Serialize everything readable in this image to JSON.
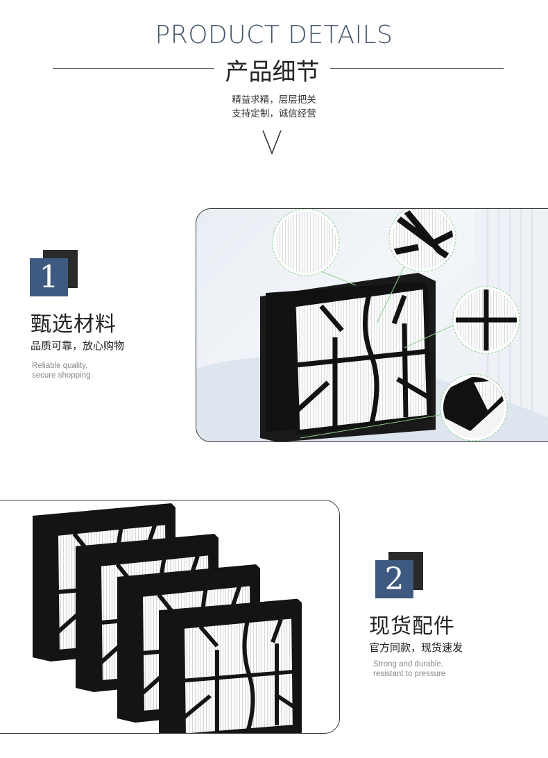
{
  "header": {
    "title_en": "PRODUCT DETAILS",
    "title_cn": "产品细节",
    "tagline_line1": "精益求精，层层把关",
    "tagline_line2": "支持定制，诚信经营"
  },
  "feature1": {
    "number": "1",
    "title": "甄选材料",
    "subtitle": "品质可靠，放心购物",
    "en_line1": "Reliable quality,",
    "en_line2": "secure shopping"
  },
  "feature2": {
    "number": "2",
    "title": "现货配件",
    "subtitle": "官方同款，现货速发",
    "en_line1": "Strong and durable,",
    "en_line2": "resistant to pressure"
  },
  "colors": {
    "accent_blue": "#3e5a80",
    "header_blue": "#44546e",
    "zoom_circle_green": "#8fd08f"
  },
  "icons": {
    "chevron": "chevron-down-icon"
  }
}
